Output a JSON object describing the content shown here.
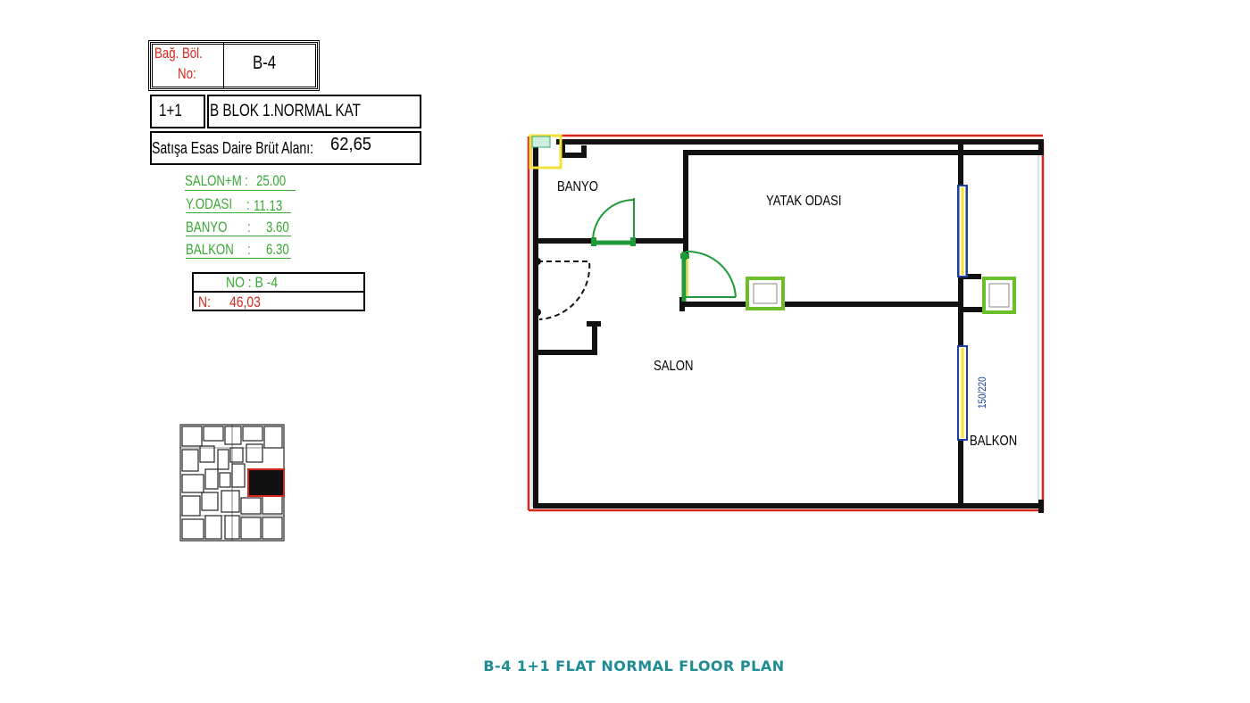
{
  "unit_box": {
    "label_line1": "Bağ. Böl.",
    "label_line2": "No:",
    "value": "B-4"
  },
  "type_row": {
    "type": "1+1",
    "block": "B  BLOK  1.NORMAL  KAT"
  },
  "area_row": {
    "label": "Satışa Esas Daire Brüt Alanı:",
    "value": "62,65"
  },
  "room_list": [
    {
      "name": "SALON+M",
      "sep": ":",
      "value": "25.00"
    },
    {
      "name": "Y.ODASI",
      "sep": ":",
      "value": "11.13"
    },
    {
      "name": "BANYO",
      "sep": ":",
      "value": "3.60"
    },
    {
      "name": "BALKON",
      "sep": ":",
      "value": "6.30"
    }
  ],
  "no_box": {
    "no_text": "NO : B -4",
    "n_label": "N:",
    "n_value": "46,03"
  },
  "floorplan": {
    "rooms": {
      "banyo": "BANYO",
      "yatak_odasi": "YATAK ODASI",
      "salon": "SALON",
      "balkon": "BALKON"
    },
    "window_dim": "150/220"
  },
  "caption": "B-4 1+1 FLAT NORMAL FLOOR PLAN",
  "colors": {
    "wall": "#111111",
    "exterior_line": "#d9261c",
    "door": "#1f9a3a",
    "shaft": "#6cbf2a",
    "window": "#1c3f9e",
    "window_fill": "#f2e23a",
    "label_green": "#3aa935",
    "label_red": "#d9261c",
    "caption": "#1e8c94"
  }
}
